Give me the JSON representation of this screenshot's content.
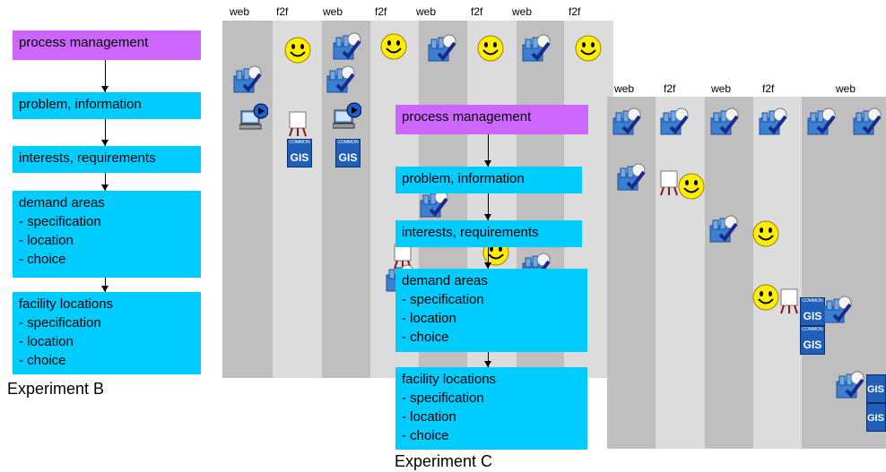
{
  "experiment_b": {
    "caption": "Experiment B",
    "steps": {
      "process_management": "process management",
      "problem_information": "problem, information",
      "interests_requirements": "interests, requirements",
      "demand_areas": [
        "demand areas",
        "- specification",
        "- location",
        "- choice"
      ],
      "facility_locations": [
        "facility locations",
        "- specification",
        "- location",
        "- choice"
      ]
    },
    "timeline_headers": [
      "web",
      "f2f",
      "web",
      "f2f",
      "web",
      "f2f",
      "web",
      "f2f"
    ]
  },
  "experiment_c": {
    "caption": "Experiment C",
    "steps": {
      "process_management": "process management",
      "problem_information": "problem, information",
      "interests_requirements": "interests, requirements",
      "demand_areas": [
        "demand areas",
        "- specification",
        "- location",
        "- choice"
      ],
      "facility_locations": [
        "facility locations",
        "- specification",
        "- location",
        "- choice"
      ]
    },
    "timeline_headers": [
      "web",
      "f2f",
      "web",
      "f2f",
      "web"
    ]
  },
  "icons": {
    "gis_text": "GIS",
    "gis_banner": "COMMON"
  },
  "colors": {
    "process_box": "#cc66ff",
    "step_box": "#00ccff",
    "column_dark": "#bfbfbf",
    "column_light": "#dcdcdc",
    "smiley": "#ffee00"
  }
}
